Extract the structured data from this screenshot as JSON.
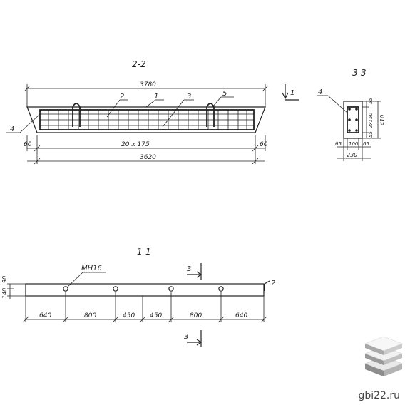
{
  "section_2_2": {
    "title": "2-2",
    "dim_total": "3780",
    "dim_bottom": "3620",
    "dim_left": "60",
    "dim_right": "60",
    "dim_stirrups": "20 x 175",
    "labels": [
      "1",
      "2",
      "3",
      "4",
      "5"
    ],
    "cut_marker": "1"
  },
  "section_3_3": {
    "title": "3-3",
    "label": "4",
    "dim_height": "410",
    "dim_top": "55",
    "dim_mid": "2x150",
    "dim_bot": "55",
    "dim_left": "65",
    "dim_center": "100",
    "dim_right": "65",
    "dim_width": "230"
  },
  "section_1_1": {
    "title": "1-1",
    "hole_label": "MH16",
    "dim_left_top": "90",
    "dim_left_height": "140",
    "dims": [
      "640",
      "800",
      "450",
      "450",
      "800",
      "640"
    ],
    "cut_label_top": "3",
    "cut_label_bottom": "3",
    "right_marker": "2"
  },
  "watermark": {
    "site": "gbi22.ru"
  }
}
